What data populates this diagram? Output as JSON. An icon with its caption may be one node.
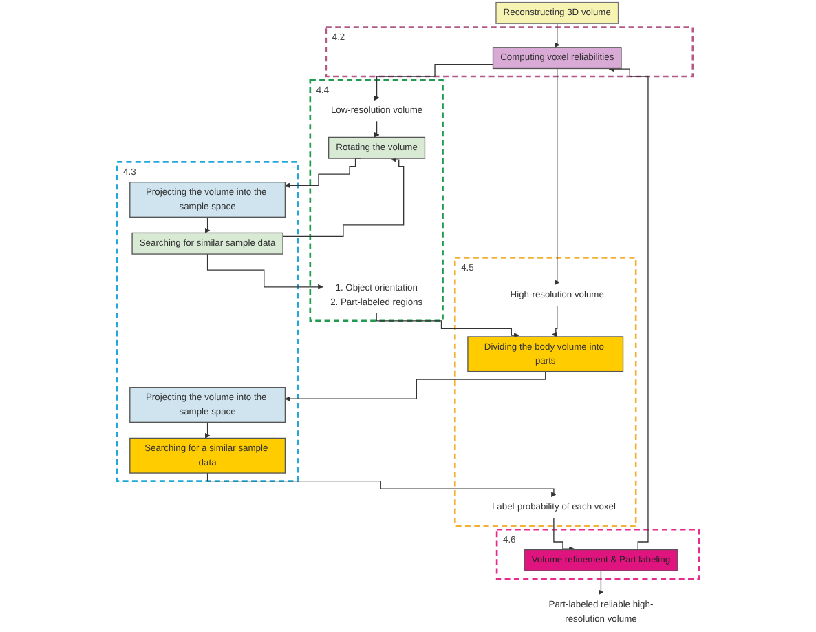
{
  "diagram": {
    "nodes": [
      {
        "text": [
          "Reconstructing 3D volume"
        ]
      },
      {
        "text": [
          "4.2"
        ]
      },
      {
        "text": [
          "Computing voxel reliabilities"
        ],
        "in": 1
      },
      {
        "text": [
          "4.4"
        ]
      },
      {
        "text": [
          "Low-resolution volume"
        ],
        "in": 3
      },
      {
        "text": [
          "Rotating the volume"
        ],
        "in": 3
      },
      {
        "text": [
          "4.5"
        ]
      },
      {
        "text": [
          "High-resolution volume"
        ],
        "in": 6
      },
      {
        "text": [
          "Dividing the body volume into parts"
        ],
        "in": 6
      },
      {
        "text": [
          "4.3"
        ]
      },
      {
        "text": [
          "Projecting the volume into the sample space"
        ],
        "in": 9
      },
      {
        "text": [
          "Projecting the volume into the sample space"
        ],
        "in": 9
      },
      {
        "text": [
          "Searching for similar sample data"
        ],
        "in": 9
      },
      {
        "text": [
          "Searching for a similar sample data"
        ],
        "in": 9
      },
      {
        "text": [
          "1. Object orientation",
          "2. Part-labeled regions"
        ],
        "in": 3
      },
      {
        "text": [
          "Label-probability of each voxel"
        ],
        "in": 6
      },
      {
        "text": [
          "4.6"
        ]
      },
      {
        "text": [
          "Volume refinement & Part labeling"
        ],
        "in": 16
      },
      {
        "text": [
          "Part-labeled reliable high-resolution volume"
        ]
      }
    ],
    "edges": [
      {
        "from": 0,
        "to": 2,
        "arrow": "to"
      },
      {
        "from": 2,
        "to": 4,
        "arrow": "to"
      },
      {
        "from": 2,
        "to": 7,
        "arrow": "to"
      },
      {
        "from": 4,
        "to": 5,
        "arrow": "to"
      },
      {
        "from": 5,
        "to": 10,
        "arrow": "to"
      },
      {
        "from": 10,
        "to": 12,
        "arrow": "to"
      },
      {
        "from": 12,
        "to": 5,
        "arrow": "to"
      },
      {
        "from": 12,
        "to": 14,
        "arrow": "to"
      },
      {
        "from": 14,
        "to": 8,
        "arrow": "to"
      },
      {
        "from": 7,
        "to": 8,
        "arrow": "to"
      },
      {
        "from": 8,
        "to": 11,
        "arrow": "to"
      },
      {
        "from": 11,
        "to": 13,
        "arrow": "to"
      },
      {
        "from": 13,
        "to": 15,
        "arrow": "to"
      },
      {
        "from": 15,
        "to": 17,
        "arrow": "to"
      },
      {
        "from": 17,
        "to": 2,
        "arrow": "to"
      },
      {
        "from": 17,
        "to": 18,
        "arrow": "to"
      }
    ]
  }
}
